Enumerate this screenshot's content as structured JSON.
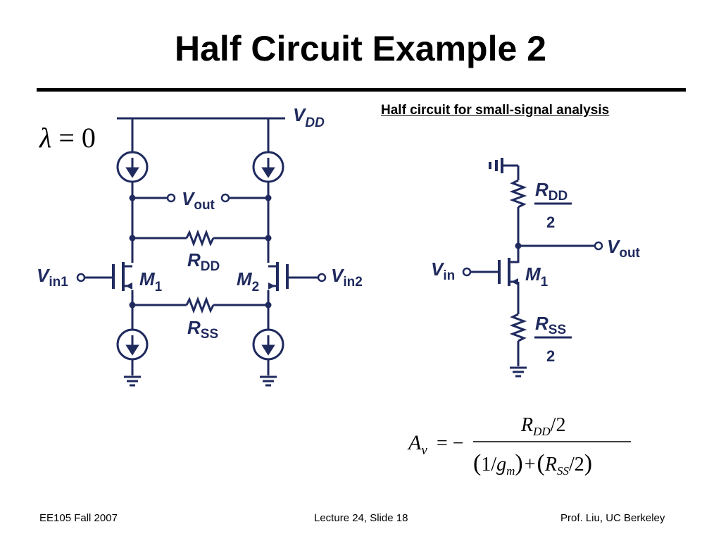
{
  "slide": {
    "title": "Half Circuit Example 2",
    "half_circuit_caption": "Half circuit for small-signal analysis",
    "lambda_symbol": "λ",
    "lambda_rest": " = 0"
  },
  "colors": {
    "circuit": "#1f2a5e",
    "rule": "#000000",
    "text": "#000000"
  },
  "left_circuit": {
    "vdd": {
      "main": "V",
      "sub": "DD"
    },
    "vout": {
      "main": "V",
      "sub": "out"
    },
    "rdd": {
      "main": "R",
      "sub": "DD"
    },
    "rss": {
      "main": "R",
      "sub": "SS"
    },
    "vin1": {
      "main": "V",
      "sub": "in1"
    },
    "vin2": {
      "main": "V",
      "sub": "in2"
    },
    "m1": {
      "main": "M",
      "sub": "1"
    },
    "m2": {
      "main": "M",
      "sub": "2"
    }
  },
  "right_circuit": {
    "rdd": {
      "main": "R",
      "sub": "DD",
      "den": "2"
    },
    "rss": {
      "main": "R",
      "sub": "SS",
      "den": "2"
    },
    "vout": {
      "main": "V",
      "sub": "out"
    },
    "vin": {
      "main": "V",
      "sub": "in"
    },
    "m1": {
      "main": "M",
      "sub": "1"
    }
  },
  "equation": {
    "lhs": "A",
    "lhs_sub": "v",
    "equals": "= −",
    "num_R": "R",
    "num_sub": "DD",
    "num_rest": "/2",
    "den_open": "(",
    "den_one": "1/",
    "den_g": "g",
    "den_gsub": "m",
    "den_close": ")",
    "den_plus": "+",
    "den_open2": "(",
    "den_R": "R",
    "den_Rsub": "SS",
    "den_rest": "/2",
    "den_close2": ")"
  },
  "footer": {
    "left": "EE105 Fall 2007",
    "center": "Lecture 24, Slide 18",
    "right": "Prof. Liu, UC Berkeley"
  }
}
